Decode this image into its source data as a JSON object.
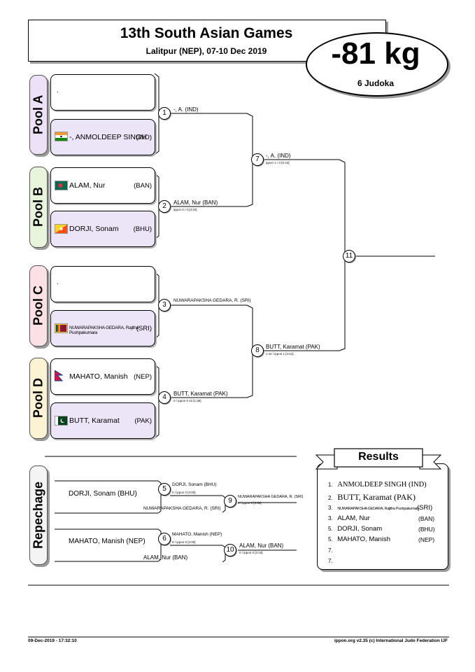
{
  "header": {
    "title": "13th South Asian Games",
    "subtitle": "Lalitpur (NEP), 07-10 Dec 2019",
    "weight": "-81 kg",
    "judoka": "6 Judoka"
  },
  "pools": [
    {
      "label": "Pool A",
      "color": "#ece1f6"
    },
    {
      "label": "Pool B",
      "color": "#e9f4dc"
    },
    {
      "label": "Pool C",
      "color": "#fbe1e6"
    },
    {
      "label": "Pool D",
      "color": "#fbf3d4"
    }
  ],
  "slots": [
    {
      "name": ".",
      "nat": ""
    },
    {
      "name": "-, ANMOLDEEP SINGH",
      "nat": "(IND)"
    },
    {
      "name": "ALAM, Nur",
      "nat": "(BAN)"
    },
    {
      "name": "DORJI, Sonam",
      "nat": "(BHU)"
    },
    {
      "name": ".",
      "nat": ""
    },
    {
      "name": "NUWARAPAKSHA GEDARA, Rajitha Pushpakumara",
      "nat": "(SRI)"
    },
    {
      "name": "MAHATO, Manish",
      "nat": "(NEP)"
    },
    {
      "name": "BUTT, Karamat",
      "nat": "(PAK)"
    }
  ],
  "matches": {
    "m1": {
      "num": "1",
      "winner": "-, A.  (IND)",
      "score": ""
    },
    "m2": {
      "num": "2",
      "winner": "ALAM, Nur  (BAN)",
      "score": "ippon 0  / 0  [3:20]"
    },
    "m3": {
      "num": "3",
      "winner": "NUWARAPAKSHA GEDARA, R.  (SRI)",
      "score": ""
    },
    "m4": {
      "num": "4",
      "winner": "BUTT, Karamat  (PAK)",
      "score": "0  / ippon 0 s2  [1:36]"
    },
    "m7": {
      "num": "7",
      "winner": "-, A.  (IND)",
      "score": "ippon 1  / 0   [0:44]"
    },
    "m8": {
      "num": "8",
      "winner": "BUTT, Karamat  (PAK)",
      "score": "1 s2  / ippon 1   [4:21]"
    },
    "m11": {
      "num": "11"
    }
  },
  "repechage": {
    "label": "Repechage",
    "r1_name": "DORJI, Sonam  (BHU)",
    "r1_loser": "NUWARAPAKSHA GEDARA, R.  (SRI)",
    "r2_name": "MAHATO, Manish  (NEP)",
    "r2_loser": "ALAM, Nur  (BAN)",
    "m5": {
      "num": "5",
      "winner": "DORJI, Sonam  (BHU)",
      "score": "0  / ippon 0   [4:00]"
    },
    "m9": {
      "num": "9",
      "winner": "NUWARAPAKSHA GEDARA, R.  (SRI)",
      "score": "0  / ippon 0   [3:53]"
    },
    "m6": {
      "num": "6",
      "winner": "MAHATO, Manish  (NEP)",
      "score": "0  / ippon 0   [4:00]"
    },
    "m10": {
      "num": "10",
      "winner": "ALAM, Nur  (BAN)",
      "score": "0  / ippon 0   [3:15]"
    }
  },
  "results": {
    "title": "Results",
    "rows": [
      {
        "place": "1.",
        "name": "ANMOLDEEP SINGH (IND)",
        "nat": ""
      },
      {
        "place": "2.",
        "name": "BUTT, Karamat (PAK)",
        "nat": ""
      },
      {
        "place": "3.",
        "name": "NUWARAPAKSHA GEDARA, Rajitha Pushpakumara",
        "nat": "(SRI)"
      },
      {
        "place": "3.",
        "name": "ALAM, Nur",
        "nat": "(BAN)"
      },
      {
        "place": "5.",
        "name": "DORJI, Sonam",
        "nat": "(BHU)"
      },
      {
        "place": "5.",
        "name": "MAHATO, Manish",
        "nat": "(NEP)"
      },
      {
        "place": "7.",
        "name": "",
        "nat": ""
      },
      {
        "place": "7.",
        "name": "",
        "nat": ""
      }
    ]
  },
  "footer": {
    "left": "09-Dec-2019 - 17:32:10",
    "right": "ippon.org v2.35  (c) International Judo Federation IJF"
  }
}
